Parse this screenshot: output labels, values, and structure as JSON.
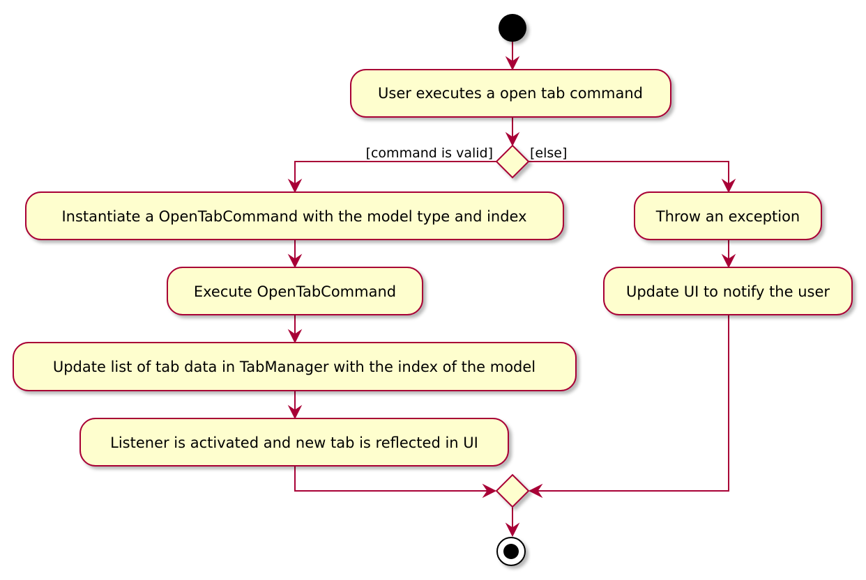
{
  "diagram": {
    "type": "uml-activity",
    "colors": {
      "line": "#A80036",
      "node_fill": "#FEFECE",
      "start": "#000000",
      "shadow": "#C8C8C8"
    },
    "activities": {
      "user_executes": "User executes a open tab command",
      "instantiate": "Instantiate a OpenTabCommand with the model type and index",
      "execute": "Execute OpenTabCommand",
      "update_list": "Update list of tab data in TabManager with the index of the model",
      "listener": "Listener is activated and new tab is reflected in UI",
      "throw_exception": "Throw an exception",
      "update_ui": "Update UI to notify the user"
    },
    "guards": {
      "valid": "[command is valid]",
      "else": "[else]"
    }
  }
}
